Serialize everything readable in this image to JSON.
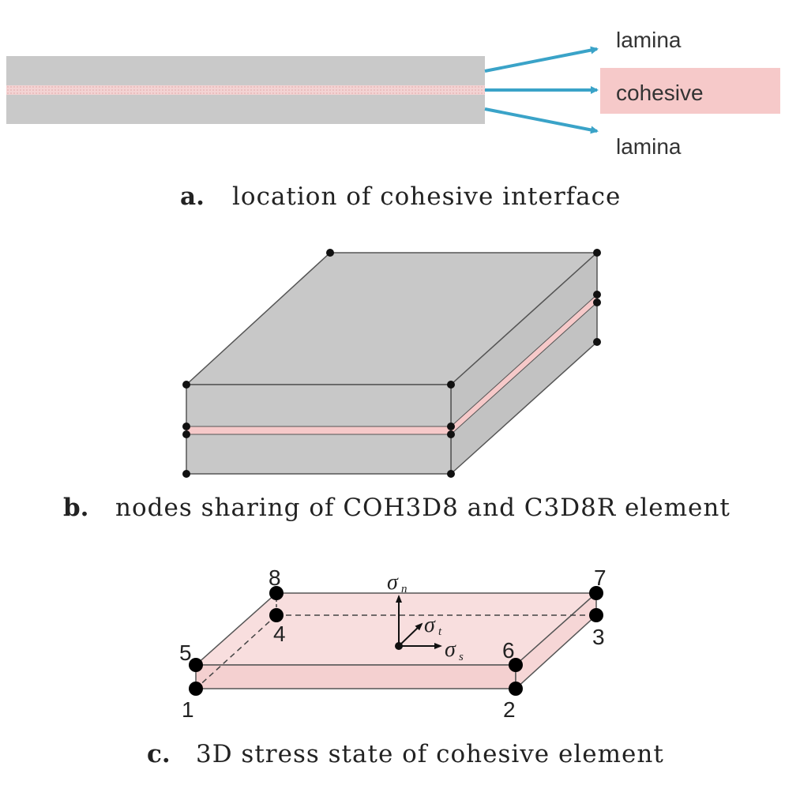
{
  "panel_a": {
    "labels": {
      "top": "lamina",
      "middle": "cohesive",
      "bottom": "lamina"
    },
    "caption_letter": "a.",
    "caption_text": "location of cohesive interface"
  },
  "panel_b": {
    "caption_letter": "b.",
    "caption_text": "nodes sharing of COH3D8 and C3D8R element"
  },
  "panel_c": {
    "nodes": {
      "n1": "1",
      "n2": "2",
      "n3": "3",
      "n4": "4",
      "n5": "5",
      "n6": "6",
      "n7": "7",
      "n8": "8"
    },
    "stress": {
      "symbol": "σ",
      "normal": "n",
      "tangential": "t",
      "shear": "s"
    },
    "caption_letter": "c.",
    "caption_text": "3D stress state of cohesive element"
  },
  "colors": {
    "lamina": "#c8c8c8",
    "cohesive": "#f6c9c9",
    "arrow": "#3aa3c8",
    "edge": "#555555"
  }
}
